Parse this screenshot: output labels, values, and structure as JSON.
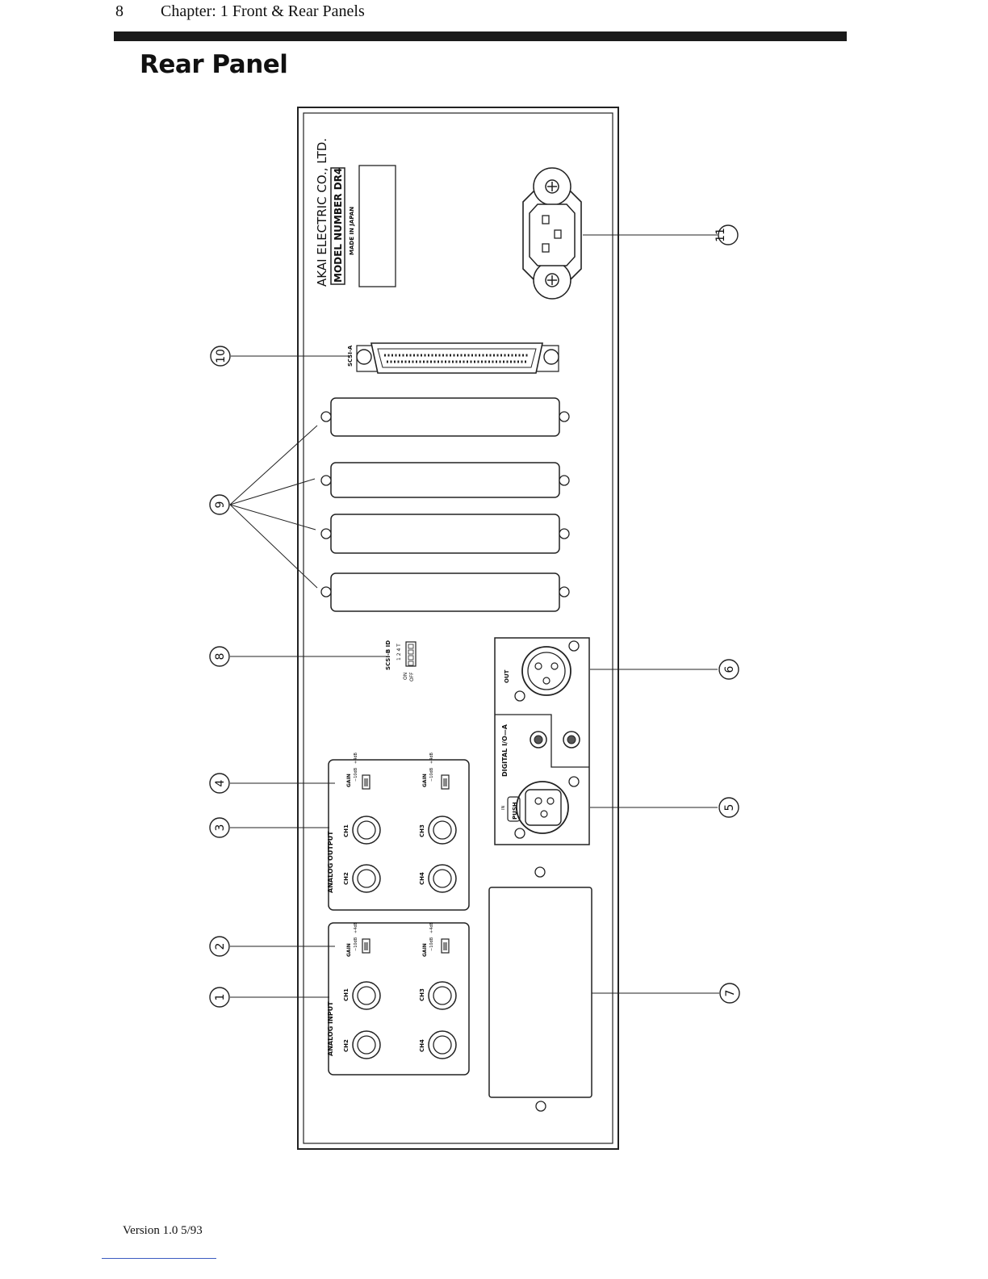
{
  "header": {
    "page_number": "8",
    "chapter": "Chapter: 1  Front & Rear Panels"
  },
  "title": "Rear Panel",
  "footer": {
    "version": "Version 1.0 5/93"
  },
  "panel": {
    "maker": "AKAI ELECTRIC CO., LTD.",
    "model": "MODEL NUMBER DR4",
    "origin": "MADE IN JAPAN",
    "scsi_a": "SCSI-A",
    "scsi_b_id": "SCSI-B ID",
    "dip_numbers": "1 2 4 T",
    "dip_on": "ON",
    "dip_off": "OFF",
    "digital_io": "DIGITAL I/O—A",
    "out": "OUT",
    "in": "IN",
    "push": "PUSH",
    "analog_output": "ANALOG OUTPUT",
    "analog_input": "ANALOG INPUT",
    "gain": "GAIN",
    "gain_low": "−10dB",
    "gain_high": "+4dB",
    "ch1": "CH1",
    "ch2": "CH2",
    "ch3": "CH3",
    "ch4": "CH4"
  },
  "callouts": [
    "1",
    "2",
    "3",
    "4",
    "5",
    "6",
    "7",
    "8",
    "9",
    "10",
    "11"
  ]
}
